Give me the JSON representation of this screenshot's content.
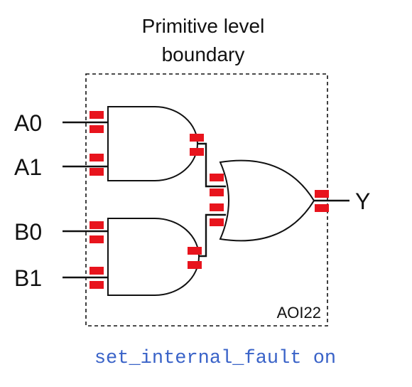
{
  "title_line1": "Primitive level",
  "title_line2": "boundary",
  "inputs": {
    "a0": "A0",
    "a1": "A1",
    "b0": "B0",
    "b1": "B1"
  },
  "output": "Y",
  "cell_name": "AOI22",
  "command": "set_internal_fault on",
  "colors": {
    "pin": "#e8141d",
    "command_text": "#3a63c8",
    "line": "#111111"
  }
}
